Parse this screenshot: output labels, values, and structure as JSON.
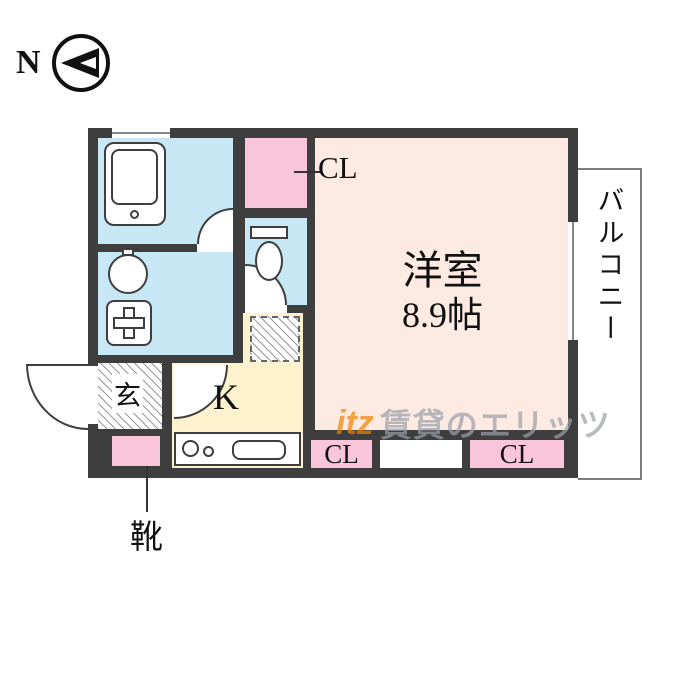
{
  "compass": {
    "label": "N"
  },
  "rooms": {
    "main": {
      "name": "洋室",
      "size": "8.9帖"
    },
    "kitchen": {
      "label": "K"
    },
    "balcony": {
      "label": "バルコニー"
    },
    "closet_top": {
      "label": "CL"
    },
    "closet_bottom_left": {
      "label": "CL"
    },
    "closet_bottom_right": {
      "label": "CL"
    },
    "entrance": {
      "label": "玄"
    },
    "shoe_cabinet": {
      "label": "靴"
    }
  },
  "watermark": {
    "logo": "itz",
    "text": "賃貸のエリッツ"
  },
  "colors": {
    "wall": "#3e3e3e",
    "main_room": "#fceae3",
    "closet": "#f8c5da",
    "wet_area": "#c7e7f4",
    "kitchen": "#fdf2cd",
    "watermark_text": "#9ba0a8",
    "watermark_logo": "#f08300"
  }
}
